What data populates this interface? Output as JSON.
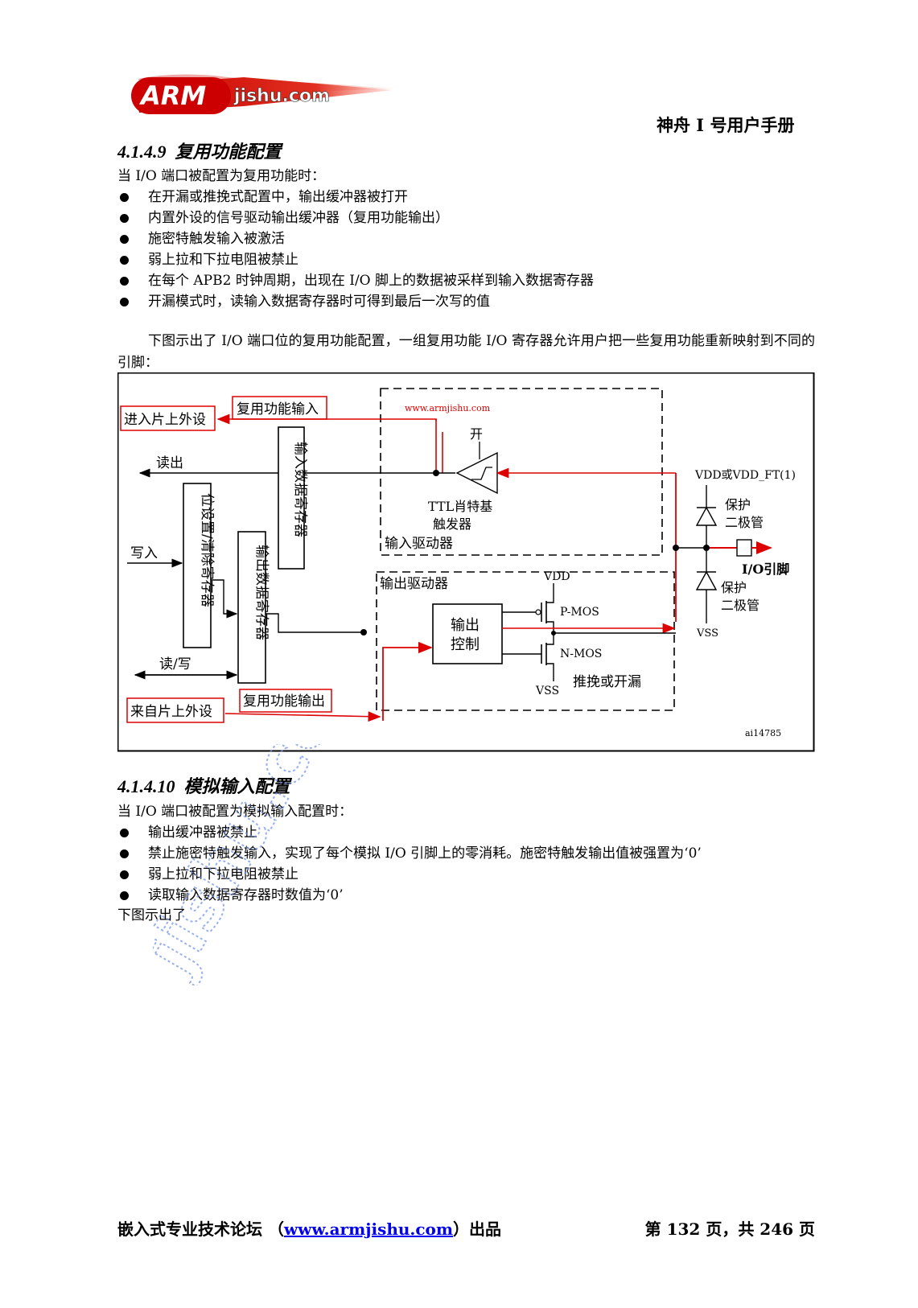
{
  "header": {
    "logo_text_main": "ARM",
    "logo_text_site": "jishu.com",
    "title": "神舟 I 号用户手册"
  },
  "section1": {
    "number": "4.1.4.9",
    "heading": "复用功能配置",
    "intro": "当 I/O 端口被配置为复用功能时：",
    "bullets": [
      "在开漏或推挽式配置中，输出缓冲器被打开",
      "内置外设的信号驱动输出缓冲器（复用功能输出）",
      "施密特触发输入被激活",
      "弱上拉和下拉电阻被禁止",
      "在每个 APB2 时钟周期，出现在 I/O 脚上的数据被采样到输入数据寄存器",
      "开漏模式时，读输入数据寄存器时可得到最后一次写的值"
    ],
    "paragraph": "下图示出了 I/O 端口位的复用功能配置，一组复用功能 I/O 寄存器允许用户把一些复用功能重新映射到不同的引脚："
  },
  "diagram": {
    "to_peripheral": "进入片上外设",
    "alt_input": "复用功能输入",
    "watermark_url": "www.armjishu.com",
    "on_label": "开",
    "read_label": "读出",
    "input_data_reg": "输入数据寄存器",
    "schmitt_line1": "TTL肖特基",
    "schmitt_line2": "触发器",
    "input_driver": "输入驱动器",
    "vdd_label": "VDD或VDD_FT(1)",
    "protect_label": "保护",
    "diode_label": "二极管",
    "write_label": "写入",
    "bit_set_reg": "位设置/清除寄存器",
    "output_data_reg": "输出数据寄存器",
    "io_pin": "I/O引脚",
    "output_driver": "输出驱动器",
    "vdd": "VDD",
    "output_control_line1": "输出",
    "output_control_line2": "控制",
    "pmos": "P-MOS",
    "nmos": "N-MOS",
    "vss_upper": "VSS",
    "vss_lower": "VSS",
    "push_pull": "推挽或开漏",
    "read_write": "读/写",
    "from_peripheral": "来自片上外设",
    "alt_output": "复用功能输出",
    "figure_id": "ai14785"
  },
  "section2": {
    "number": "4.1.4.10",
    "heading": "模拟输入配置",
    "intro": "当 I/O 端口被配置为模拟输入配置时：",
    "bullets": [
      "输出缓冲器被禁止",
      "禁止施密特触发输入，实现了每个模拟 I/O 引脚上的零消耗。施密特触发输出值被强置为‘0’",
      "弱上拉和下拉电阻被禁止",
      "读取输入数据寄存器时数值为‘0’"
    ],
    "tail": "下图示出了"
  },
  "footer": {
    "left_prefix": "嵌入式专业技术论坛 （",
    "link": "www.armjishu.com",
    "left_suffix": "）出品",
    "page": "第 132 页，共 246 页"
  },
  "colors": {
    "accent_red": "#dd0000",
    "link_blue": "#0000ee",
    "watermark_blue": "#6f8fe8"
  }
}
